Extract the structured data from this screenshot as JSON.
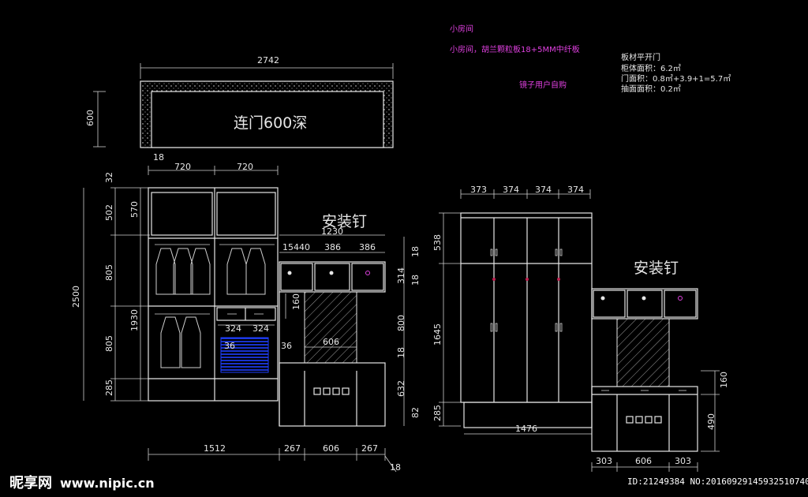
{
  "notes": {
    "small_room": "小房间",
    "material": "小房间，胡兰颗粒板18+5MM中纤板",
    "mirror": "镜子用户自购",
    "door_type": "板材平开门",
    "cabinet_area": "柜体面积：6.2㎡",
    "door_area": "门面积：0.8㎡+3.9+1=5.7㎡",
    "drawer_area": "抽面面积：0.2㎡"
  },
  "top_plan": {
    "label": "连门600深",
    "width": "2742",
    "depth": "600"
  },
  "left_elevation": {
    "install_nail": "安装钉",
    "dims": {
      "w18": "18",
      "w720a": "720",
      "w720b": "720",
      "h2500": "2500",
      "h1930": "1930",
      "h570": "570",
      "h32": "32",
      "h502": "502",
      "h805a": "805",
      "h805b": "805",
      "h285": "285",
      "w1230": "1230",
      "w15440": "15440",
      "w386a": "386",
      "w386b": "386",
      "h18a": "18",
      "h314": "314",
      "h18b": "18",
      "h800": "800",
      "h18c": "18",
      "h632": "632",
      "h82": "82",
      "h160": "160",
      "w324a": "324",
      "w324b": "324",
      "w36a": "36",
      "w36b": "36",
      "w606": "606",
      "b1512": "1512",
      "b267a": "267",
      "b606": "606",
      "b267b": "267",
      "b18": "18"
    }
  },
  "right_elevation": {
    "install_nail": "安装钉",
    "dims": {
      "t373": "373",
      "t374a": "374",
      "t374b": "374",
      "t374c": "374",
      "h538": "538",
      "h1645": "1645",
      "h285": "285",
      "w1476": "1476",
      "h160": "160",
      "h490": "490",
      "b303a": "303",
      "b606": "606",
      "b303b": "303"
    }
  },
  "watermark": {
    "brand": "昵享网",
    "url": "www.nipic.cn",
    "id_line": "ID:21249384 NO:20160929145932510740"
  },
  "colors": {
    "background": "#000000",
    "lines": "#e6e6e6",
    "notes_accent": "#e040e0",
    "hatch_blue": "#1f3fff"
  }
}
